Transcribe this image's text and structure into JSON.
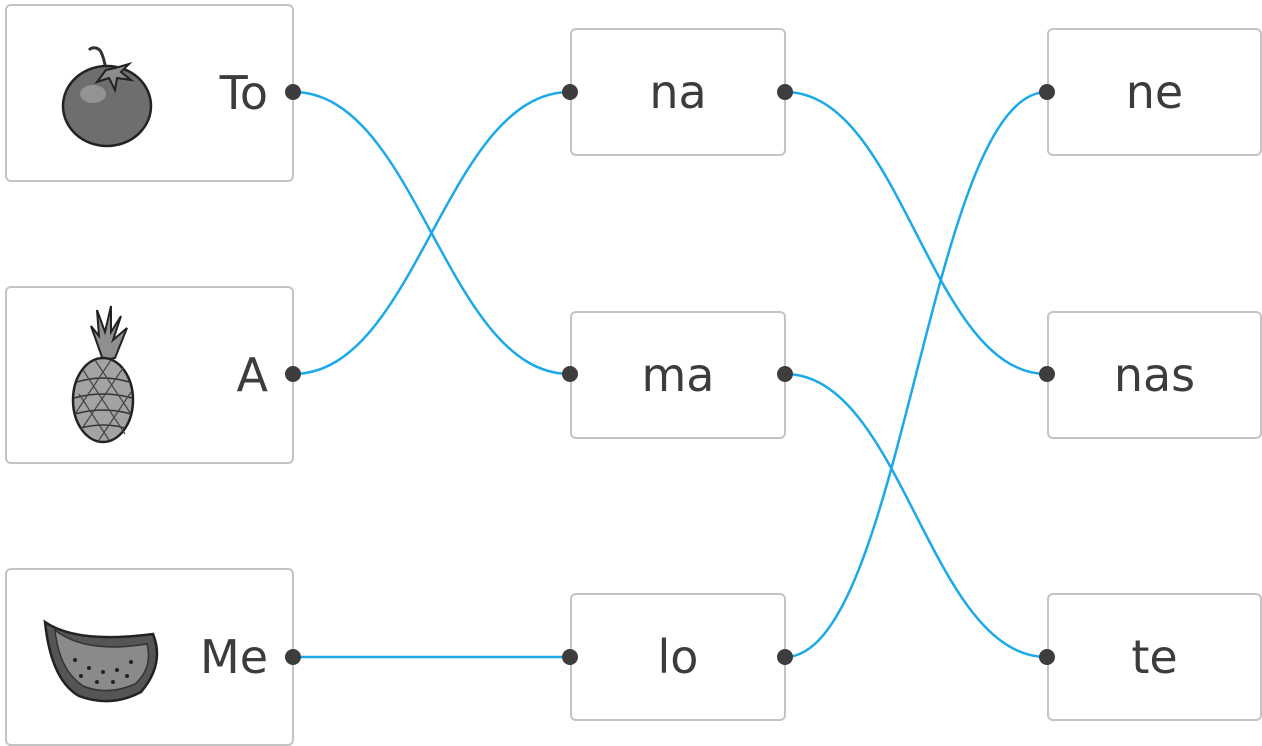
{
  "left_items": [
    {
      "id": "to",
      "word": "To",
      "picture": "tomato-icon"
    },
    {
      "id": "a",
      "word": "A",
      "picture": "pineapple-icon"
    },
    {
      "id": "me",
      "word": "Me",
      "picture": "watermelon-icon"
    }
  ],
  "middle_syllables": [
    {
      "id": "na",
      "text": "na"
    },
    {
      "id": "ma",
      "text": "ma"
    },
    {
      "id": "lo",
      "text": "lo"
    }
  ],
  "right_syllables": [
    {
      "id": "ne",
      "text": "ne"
    },
    {
      "id": "nas",
      "text": "nas"
    },
    {
      "id": "te",
      "text": "te"
    }
  ],
  "connections": [
    {
      "from": "to",
      "to": "ma"
    },
    {
      "from": "a",
      "to": "na"
    },
    {
      "from": "me",
      "to": "lo"
    },
    {
      "from": "na",
      "to": "nas"
    },
    {
      "from": "ma",
      "to": "te"
    },
    {
      "from": "lo",
      "to": "ne"
    }
  ],
  "colors": {
    "line": "#1ba9e8",
    "dot": "#3d3d3d",
    "border": "#c4c4c4",
    "text": "#3c3c3c"
  }
}
